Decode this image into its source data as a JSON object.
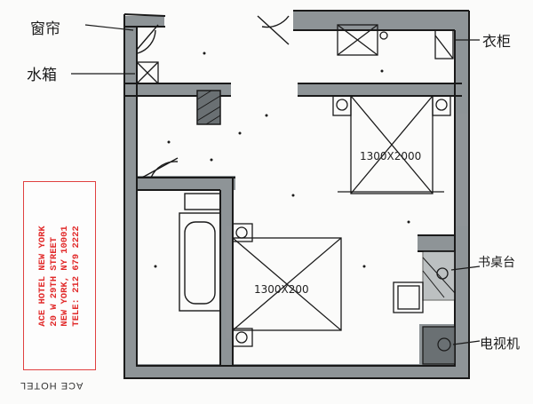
{
  "labels": {
    "window": "窗帘",
    "water_heater": "水箱",
    "wardrobe": "衣柜",
    "desk": "书桌台",
    "tv": "电视机"
  },
  "dimensions": {
    "bed_top": "1300X2000",
    "bed_bottom": "1300X200"
  },
  "hotel_card": {
    "line1": "ACE HOTEL NEW YORK",
    "line2": "20 W 29TH STREET",
    "line3": "NEW YORK, NY 10001",
    "line4": "TELE: 212 679 2222"
  },
  "footer": {
    "brand": "ACE HOTEL"
  },
  "colors": {
    "wall_shade": "#7c8386",
    "ink": "#1a1a1a",
    "card_red": "#e12a2a"
  }
}
